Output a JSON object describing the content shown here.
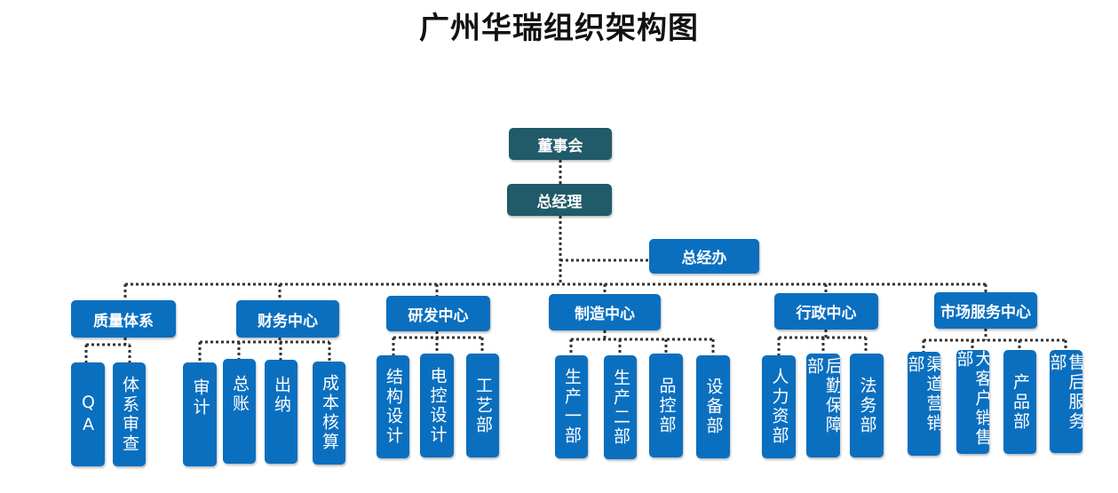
{
  "title": "广州华瑞组织架构图",
  "colors": {
    "dark_box": "#215a69",
    "blue_box": "#0b6fbf",
    "connector": "#333333"
  },
  "nodes": {
    "board": "董事会",
    "gm": "总经理",
    "gm_office": "总经办",
    "centers": [
      {
        "label": "质量体系",
        "subs": [
          "QA",
          "体系审查"
        ]
      },
      {
        "label": "财务中心",
        "subs": [
          "审计",
          "总账",
          "出纳",
          "成本核算"
        ]
      },
      {
        "label": "研发中心",
        "subs": [
          "结构设计",
          "电控设计",
          "工艺部"
        ]
      },
      {
        "label": "制造中心",
        "subs": [
          "生产一部",
          "生产二部",
          "品控部",
          "设备部"
        ]
      },
      {
        "label": "行政中心",
        "subs": [
          "人力资部",
          "后勤保障部",
          "法务部"
        ]
      },
      {
        "label": "市场服务中心",
        "subs": [
          "渠道营销部",
          "大客户销售部",
          "产品部",
          "售后服务部"
        ]
      }
    ]
  }
}
